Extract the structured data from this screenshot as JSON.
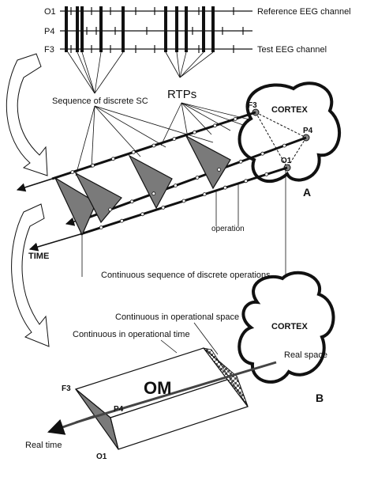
{
  "eeg": {
    "channels": [
      {
        "label": "O1",
        "description": "Reference EEG channel"
      },
      {
        "label": "P4",
        "description": ""
      },
      {
        "label": "F3",
        "description": "Test EEG channel"
      }
    ]
  },
  "panel_a": {
    "label": "A",
    "cortex": "CORTEX",
    "electrodes": [
      "F3",
      "P4",
      "O1"
    ],
    "sequence_label": "Sequence of discrete SC",
    "rtps_label": "RTPs",
    "operation_label": "operation",
    "time_label": "TIME",
    "continuous_label": "Continuous sequence of discrete operations"
  },
  "panel_b": {
    "label": "B",
    "cortex": "CORTEX",
    "om_label": "OM",
    "continuous_space": "Continuous in operational space",
    "continuous_time": "Continuous in operational time",
    "real_space": "Real space",
    "real_time": "Real time",
    "electrodes": [
      "F3",
      "P4",
      "O1"
    ]
  },
  "colors": {
    "ink": "#111111",
    "triangle_fill": "#7a7a7a",
    "om_text": "#8c8c8c",
    "checker_dark": "#555555"
  }
}
